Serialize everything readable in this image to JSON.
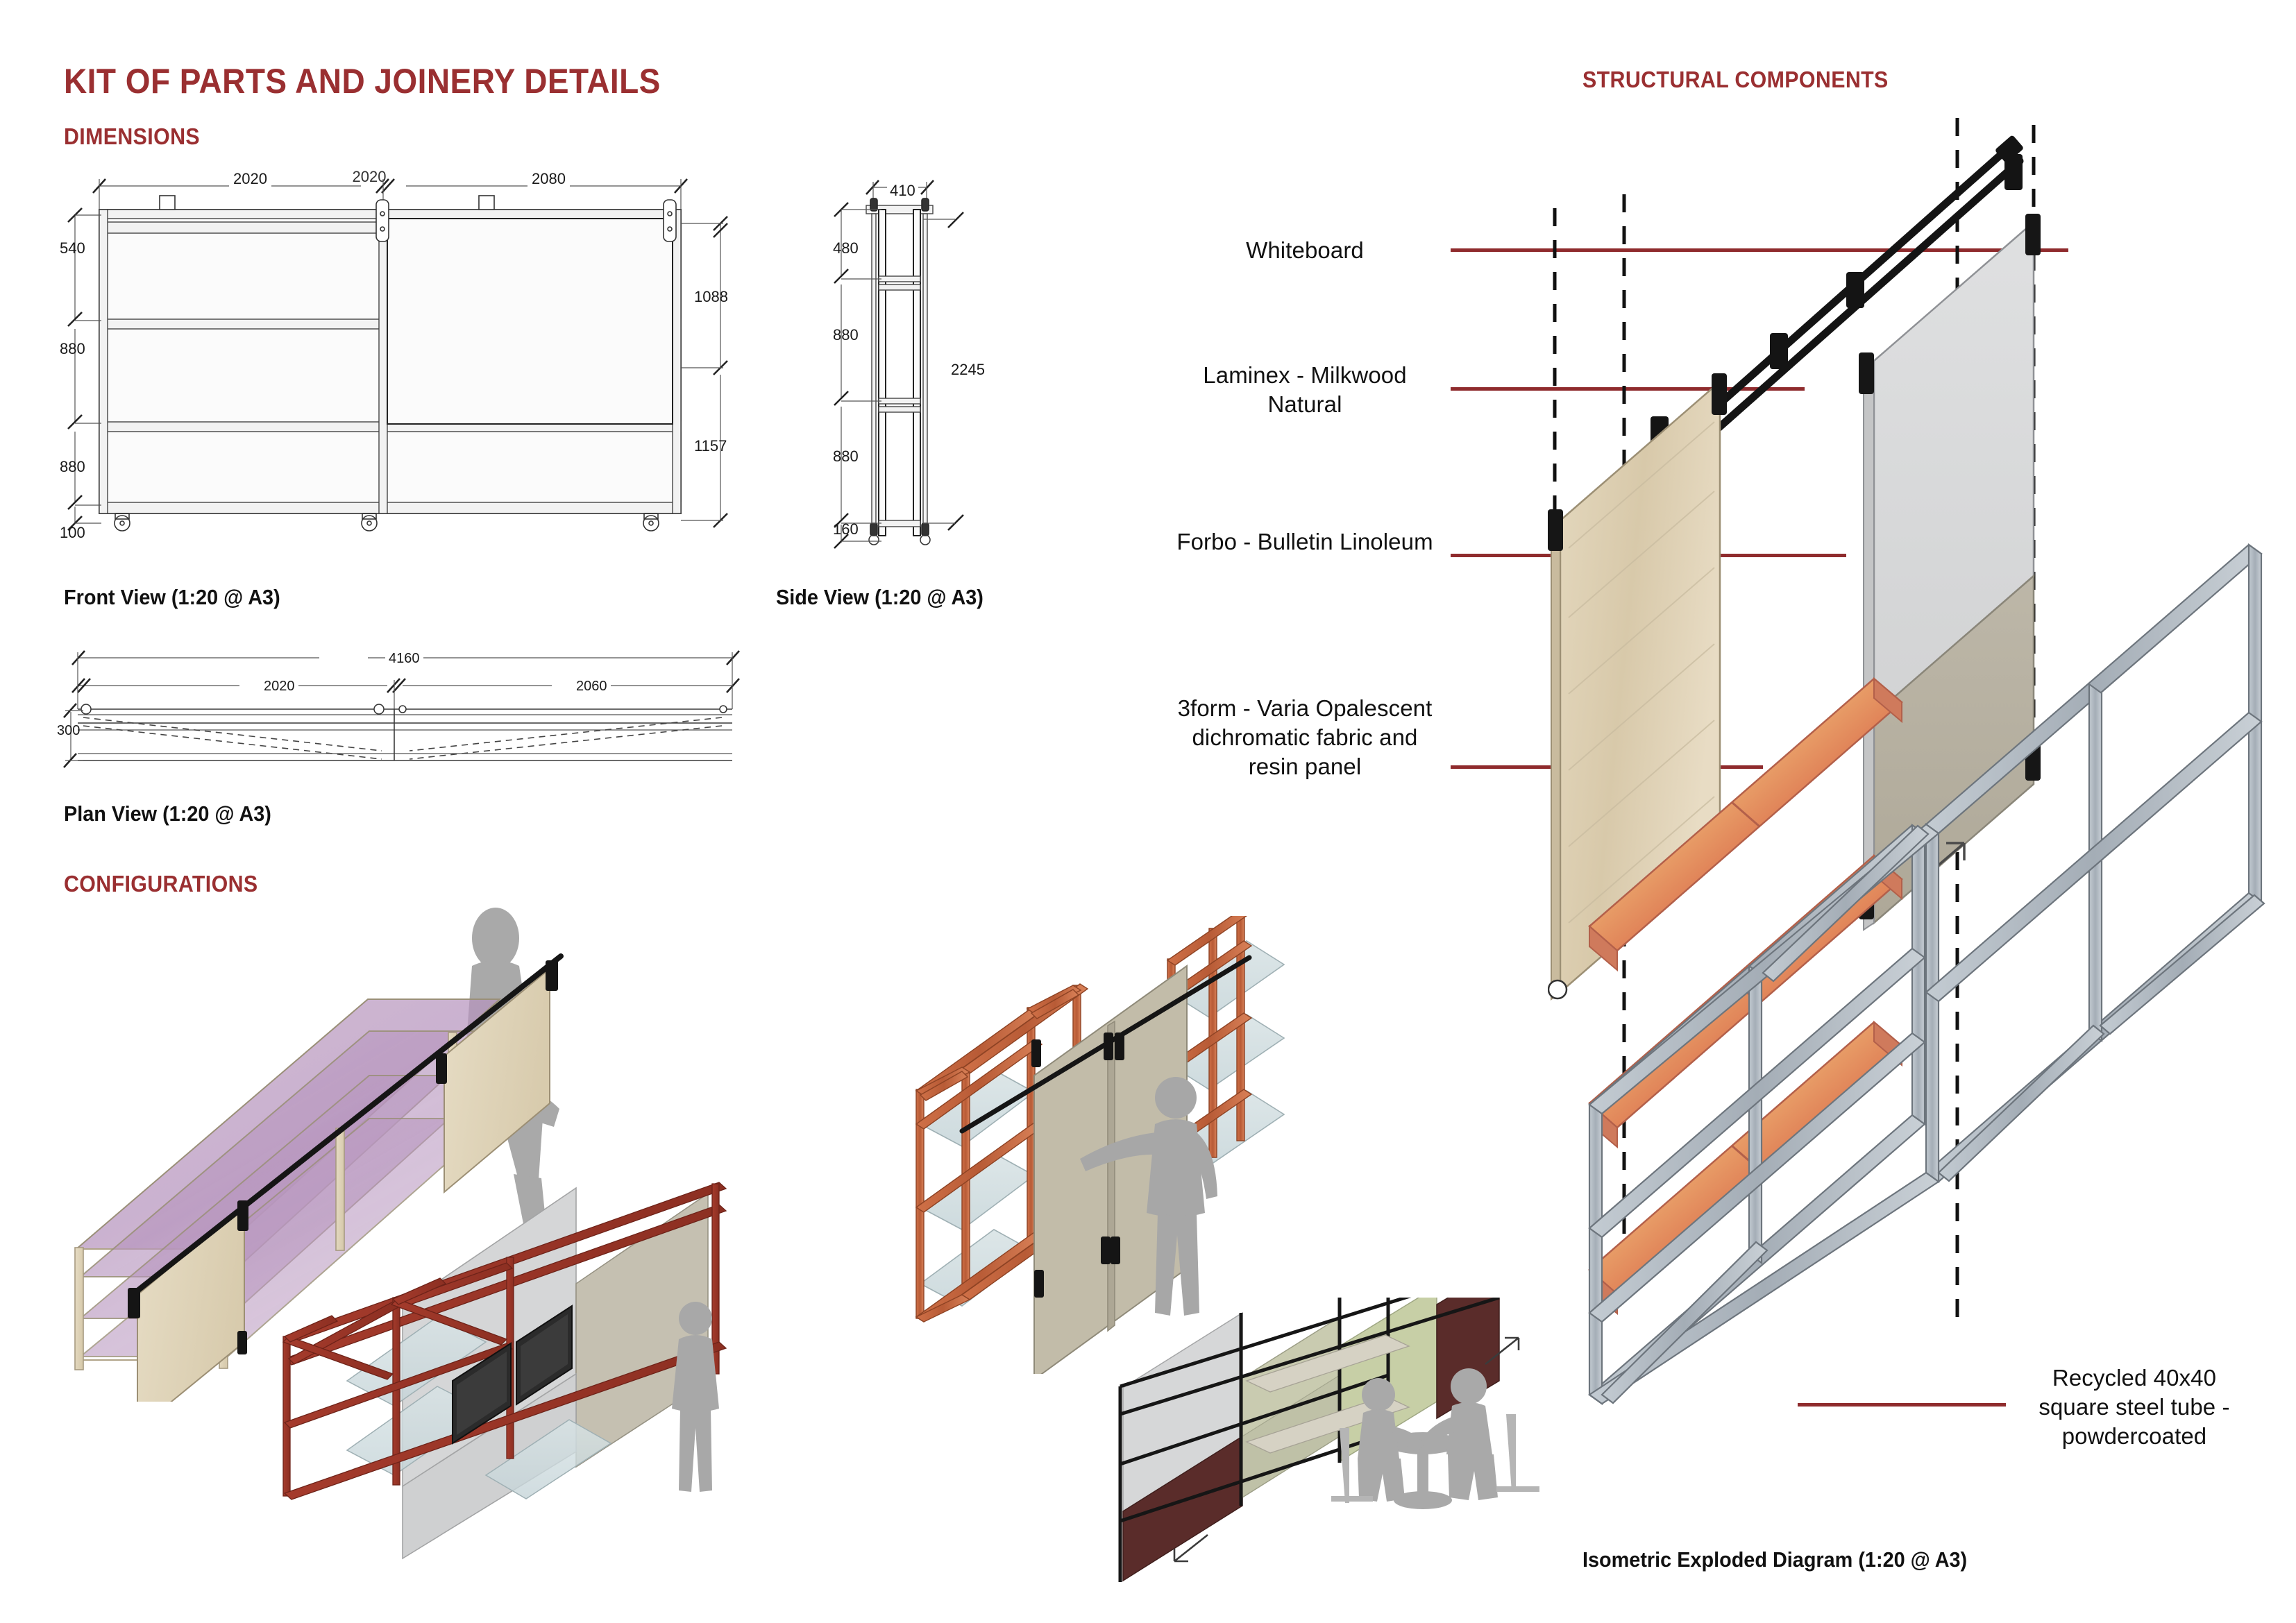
{
  "board": {
    "title": "KIT OF PARTS AND JOINERY DETAILS",
    "section_dimensions": "DIMENSIONS",
    "section_configurations": "CONFIGURATIONS",
    "section_structural": "STRUCTURAL COMPONENTS"
  },
  "views": {
    "front": {
      "caption": "Front View (1:20 @ A3)",
      "top_dims": [
        "2020",
        "2080"
      ],
      "left_dims": [
        "540",
        "880",
        "880",
        "100"
      ],
      "right_dims": [
        "1088",
        "1157"
      ]
    },
    "side": {
      "caption": "Side View (1:20 @ A3)",
      "width_dim": "410",
      "left_dims": [
        "480",
        "880",
        "880",
        "160"
      ],
      "overall_dim": "2245"
    },
    "plan": {
      "caption": "Plan View (1:20 @ A3)",
      "overall_dim": "4160",
      "span_dims": [
        "2020",
        "2060"
      ],
      "depth_dim": "300"
    },
    "isometric": {
      "caption": "Isometric Exploded Diagram (1:20 @ A3)"
    }
  },
  "callouts": [
    {
      "id": "whiteboard",
      "label": "Whiteboard"
    },
    {
      "id": "laminex",
      "label": "Laminex - Milkwood Natural"
    },
    {
      "id": "forbo",
      "label": "Forbo - Bulletin Linoleum"
    },
    {
      "id": "threeform",
      "label": "3form - Varia Opalescent dichromatic fabric and resin panel"
    },
    {
      "id": "steel-tube",
      "label": "Recycled 40x40 square steel tube - powdercoated"
    }
  ],
  "colors": {
    "accent_red": "#9a2f31",
    "leader_red": "#8f2b2d",
    "timber": "#ddd0b4",
    "whiteboard": "#d9dadb",
    "linoleum": "#b8b3a4",
    "resin_orange": "#e07a4a",
    "steel_grey": "#aab3bb",
    "frame_orange": "#c4613a",
    "figure_grey": "#a8a8a8",
    "panel_maroon": "#5a2c2a",
    "panel_green": "#c3cfa6"
  }
}
